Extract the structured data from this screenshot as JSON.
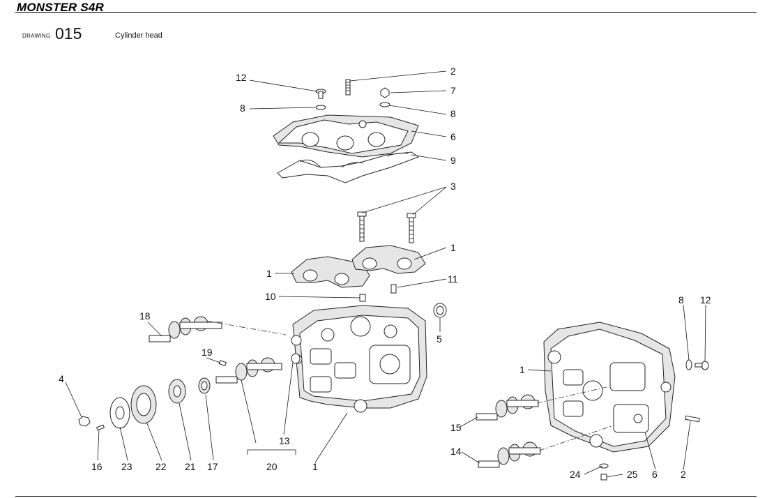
{
  "header": {
    "model": "MONSTER S4R",
    "drawing_label": "DRAWING",
    "drawing_number": "015",
    "title": "Cylinder head"
  },
  "callouts": {
    "c12a": "12",
    "c2a": "2",
    "c7": "7",
    "c8a": "8",
    "c8b": "8",
    "c6a": "6",
    "c9": "9",
    "c3": "3",
    "c1a": "1",
    "c1b": "1",
    "c11": "11",
    "c10": "10",
    "c18": "18",
    "c5": "5",
    "c19": "19",
    "c4": "4",
    "c13": "13",
    "c16": "16",
    "c23": "23",
    "c22": "22",
    "c21": "21",
    "c17": "17",
    "c20": "20",
    "c1c": "1",
    "c8c": "8",
    "c12b": "12",
    "c1d": "1",
    "c15": "15",
    "c14": "14",
    "c24": "24",
    "c25": "25",
    "c6b": "6",
    "c2b": "2"
  }
}
